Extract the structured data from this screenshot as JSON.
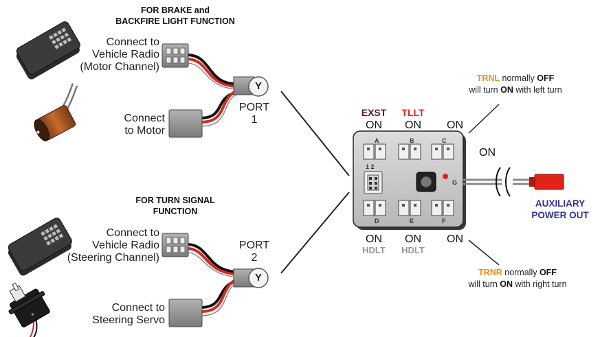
{
  "headers": {
    "brake": [
      "FOR BRAKE and",
      "BACKFIRE LIGHT FUNCTION"
    ],
    "turn": [
      "FOR TURN SIGNAL",
      "FUNCTION"
    ]
  },
  "top_group": {
    "radio_label": [
      "Connect to",
      "Vehicle Radio",
      "(Motor Channel)"
    ],
    "motor_label": [
      "Connect",
      "to Motor"
    ],
    "port_label": [
      "PORT",
      "1"
    ],
    "y_text": "Y"
  },
  "bottom_group": {
    "radio_label": [
      "Connect to",
      "Vehicle Radio",
      "(Steering Channel)"
    ],
    "servo_label": [
      "Connect to",
      "Steering Servo"
    ],
    "port_label": [
      "PORT",
      "2"
    ],
    "y_text": "Y"
  },
  "module": {
    "port_letters": [
      "A",
      "B",
      "C",
      "D",
      "E",
      "F",
      "G"
    ],
    "jumper_label": "1 2"
  },
  "states": {
    "top": [
      {
        "tag": "EXST",
        "tag_color": "#5a1a1a",
        "value": "ON"
      },
      {
        "tag": "TLLT",
        "tag_color": "#e2231a",
        "value": "ON"
      },
      {
        "tag": "",
        "tag_color": "#111111",
        "value": "ON"
      }
    ],
    "right": {
      "value": "ON"
    },
    "bottom": [
      {
        "value": "ON",
        "tag": "HDLT",
        "tag_color": "#999999"
      },
      {
        "value": "ON",
        "tag": "HDLT",
        "tag_color": "#999999"
      },
      {
        "value": "ON",
        "tag": ""
      }
    ]
  },
  "notes": {
    "trnl": {
      "name": "TRNL",
      "mid": " normally ",
      "off": "OFF",
      "line2_pre": "will turn ",
      "on": "ON",
      "line2_post": " with left turn"
    },
    "trnr": {
      "name": "TRNR",
      "mid": " normally ",
      "off": "OFF",
      "line2_pre": "will turn ",
      "on": "ON",
      "line2_post": " with right turn"
    }
  },
  "aux": [
    "AUXILIARY",
    "POWER OUT"
  ],
  "colors": {
    "orange": "#f08a1c",
    "red": "#e2231a",
    "aux_blue": "#2e3192",
    "module_gray": "#c9c9c9",
    "led": "#e2231a"
  }
}
